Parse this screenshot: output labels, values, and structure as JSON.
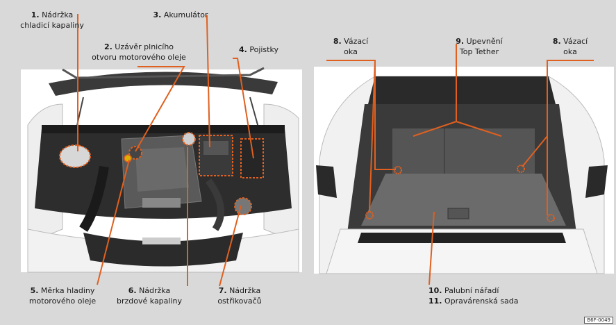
{
  "callouts": [
    {
      "num": "1.",
      "lines": [
        "Nádržka",
        "chladicí kapaliny"
      ]
    },
    {
      "num": "2.",
      "lines": [
        "Uzávěr plnicího",
        "otvoru motorového oleje"
      ]
    },
    {
      "num": "3.",
      "lines": [
        "Akumulátor"
      ]
    },
    {
      "num": "4.",
      "lines": [
        "Pojistky"
      ]
    },
    {
      "num": "5.",
      "lines": [
        "Měrka hladiny",
        "motorového oleje"
      ]
    },
    {
      "num": "6.",
      "lines": [
        "Nádržka",
        "brzdové kapaliny"
      ]
    },
    {
      "num": "7.",
      "lines": [
        "Nádržka",
        "ostřikovačů"
      ]
    },
    {
      "num": "8.",
      "lines": [
        "Vázací",
        "oka"
      ]
    },
    {
      "num": "9.",
      "lines": [
        "Upevnění",
        "Top Tether"
      ]
    },
    {
      "num": "8.",
      "lines": [
        "Vázací",
        "oka"
      ]
    },
    {
      "num": "10.",
      "lines": [
        "Palubní nářadí"
      ]
    },
    {
      "num": "11.",
      "lines": [
        "Opravárenská sada"
      ]
    }
  ],
  "image_code": "B6F-0049",
  "colors": {
    "leader": "#e0601f",
    "panel": "#ffffff",
    "background": "#d9d9d9"
  }
}
